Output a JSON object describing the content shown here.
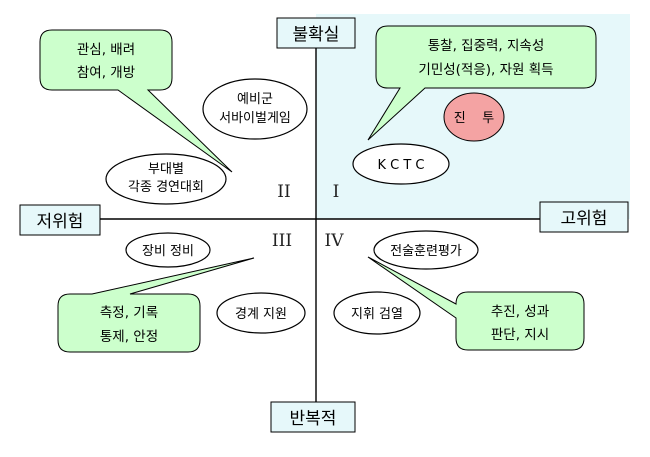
{
  "colors": {
    "quadrant_fill": "#e6f8fa",
    "bubble_fill": "#ccffcc",
    "axis_box_fill": "#e6f8fa",
    "highlight_ellipse_fill": "#f4a3a3",
    "line": "#000000"
  },
  "axes": {
    "top": "불확실",
    "bottom": "반복적",
    "left": "저위험",
    "right": "고위험"
  },
  "quadrants": {
    "q1": "I",
    "q2": "II",
    "q3": "III",
    "q4": "IV"
  },
  "bubbles": {
    "top_left": {
      "line1": "관심, 배려",
      "line2": "참여, 개방"
    },
    "top_right": {
      "line1": "통찰, 집중력, 지속성",
      "line2": "기민성(적응), 자원 획득"
    },
    "bottom_left": {
      "line1": "측정, 기록",
      "line2": "통제, 안정"
    },
    "bottom_right": {
      "line1": "추진, 성과",
      "line2": "판단, 지시"
    }
  },
  "ellipses": {
    "yebigun": {
      "line1": "예비군",
      "line2": "서바이벌게임"
    },
    "budaebyeol": {
      "line1": "부대별",
      "line2": "각종 경연대회"
    },
    "jeontu": "진    투",
    "kctc": "K C T C",
    "jangbi": "장비 정비",
    "gyeonggye": "경계 지원",
    "jeonsul": "전술훈련평가",
    "jihwi": "지휘 검열"
  }
}
